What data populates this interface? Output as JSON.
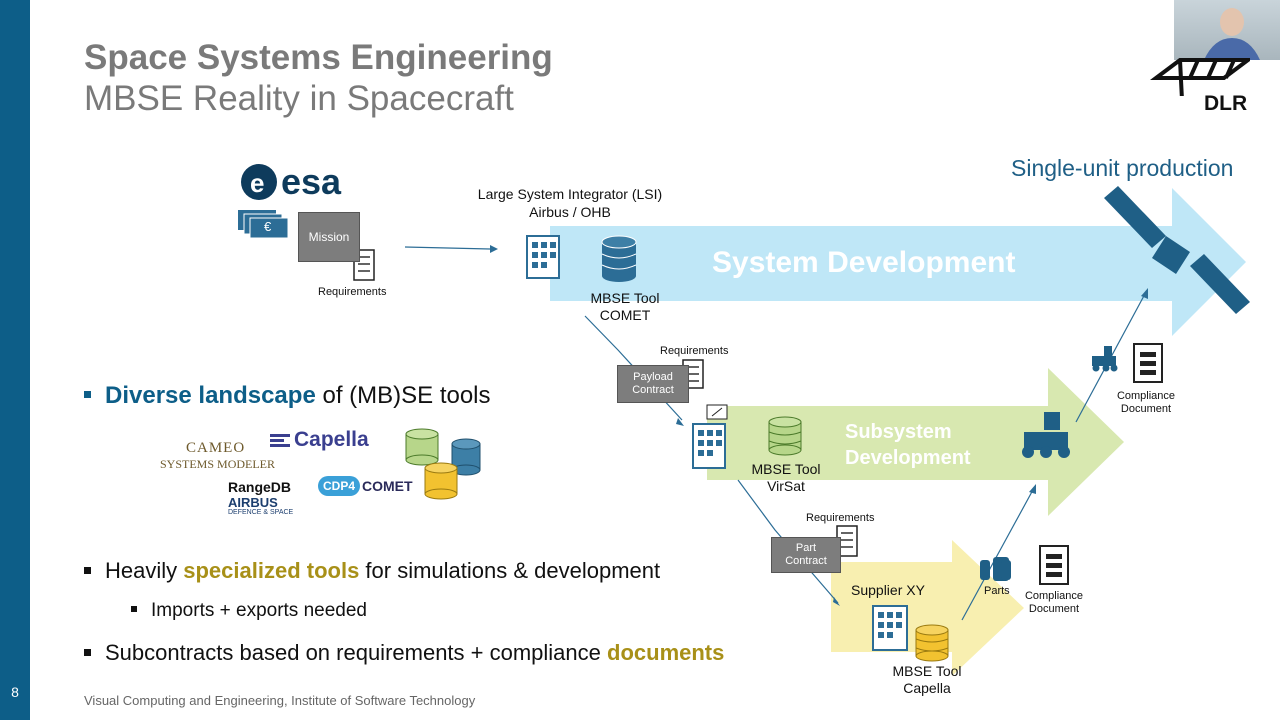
{
  "slide": {
    "title": "Space Systems Engineering",
    "subtitle": "MBSE Reality in Spacecraft",
    "number": "8",
    "footer": "Visual Computing and Engineering, Institute of Software Technology",
    "logo": "DLR"
  },
  "diagram": {
    "esa_logo": "esa",
    "euro_symbol": "€",
    "mission_box": "Mission",
    "mission_requirements": "Requirements",
    "lsi_title": "Large System Integrator (LSI)",
    "lsi_subtitle": "Airbus / OHB",
    "lsi_tool_line1": "MBSE Tool",
    "lsi_tool_line2": "COMET",
    "system_dev": "System Development",
    "single_unit": "Single-unit production",
    "payload_requirements": "Requirements",
    "payload_contract_line1": "Payload",
    "payload_contract_line2": "Contract",
    "subsystem_line1": "Subsystem",
    "subsystem_line2": "Development",
    "subsystem_tool_line1": "MBSE Tool",
    "subsystem_tool_line2": "VirSat",
    "compliance_top_line1": "Compliance",
    "compliance_top_line2": "Document",
    "part_requirements": "Requirements",
    "part_contract_line1": "Part",
    "part_contract_line2": "Contract",
    "supplier": "Supplier XY",
    "parts": "Parts",
    "compliance_bottom_line1": "Compliance",
    "compliance_bottom_line2": "Document",
    "supplier_tool_line1": "MBSE Tool",
    "supplier_tool_line2": "Capella"
  },
  "tool_logos": {
    "cameo_line1": "CAMEO",
    "cameo_line2": "SYSTEMS MODELER",
    "capella": "Capella",
    "rangedb": "RangeDB",
    "airbus": "AIRBUS",
    "airbus_sub": "DEFENCE & SPACE",
    "cdp4": "CDP4",
    "comet": "COMET"
  },
  "bullets": {
    "b1_highlight": "Diverse landscape",
    "b1_rest": " of (MB)SE tools",
    "b2_pre": "Heavily ",
    "b2_highlight": "specialized tools",
    "b2_rest": " for simulations & development",
    "b2_sub": "Imports + exports needed",
    "b3_pre": "Subcontracts based on requirements + compliance ",
    "b3_highlight": "documents"
  },
  "colors": {
    "accent_blue": "#0d5e88",
    "system_arrow": "#bfe7f7",
    "subsystem_arrow": "#d8e8b0",
    "supplier_arrow": "#f8efb0",
    "db_green": "#b7d68a",
    "db_blue": "#3d7fa6",
    "db_yellow": "#f2c230",
    "highlight_gold": "#a89018"
  }
}
